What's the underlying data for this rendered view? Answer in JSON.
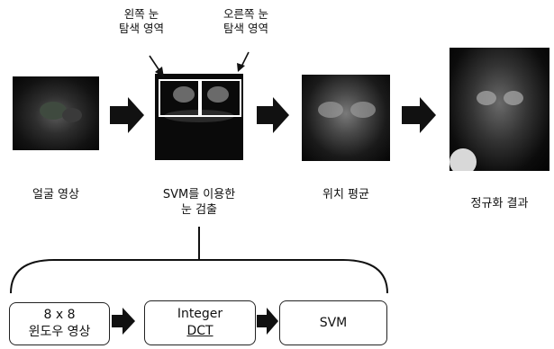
{
  "top_labels": {
    "left_eye": [
      "왼쪽 눈",
      "탐색 영역"
    ],
    "right_eye": [
      "오른쪽 눈",
      "탐색 영역"
    ]
  },
  "stages": [
    {
      "label": [
        "얼굴 영상"
      ]
    },
    {
      "label": [
        "SVM를 이용한",
        "눈 검출"
      ]
    },
    {
      "label": [
        "위치 평균"
      ]
    },
    {
      "label": [
        "정규화 결과"
      ]
    }
  ],
  "sub_pipeline": [
    {
      "label": [
        "8 x 8",
        "윈도우 영상"
      ]
    },
    {
      "label": [
        "Integer",
        "DCT"
      ]
    },
    {
      "label": [
        "SVM"
      ]
    }
  ]
}
